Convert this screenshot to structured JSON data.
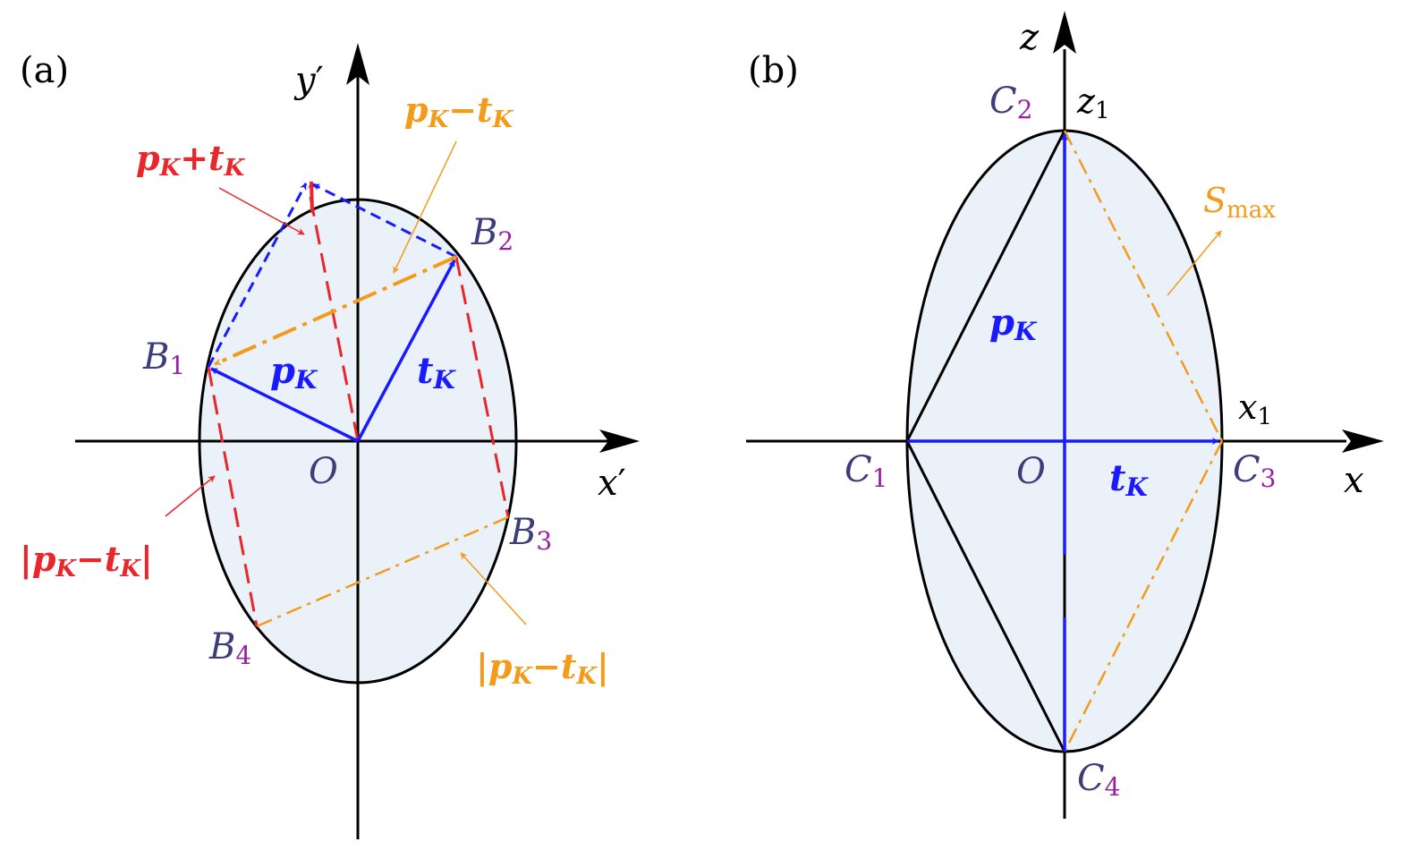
{
  "colors": {
    "axis": "#000000",
    "fill": "#eaf1f9",
    "blue": "#1a1aff",
    "red": "#e8262b",
    "orange": "#f39b1b",
    "label_main": "#3d3d7a",
    "label_sub": "#9b1fa5"
  },
  "panel_a": {
    "tag": "(a)",
    "axis_x": {
      "base": "x",
      "prime": "′"
    },
    "axis_y": {
      "base": "y",
      "prime": "′"
    },
    "origin": "O",
    "points": {
      "b1": {
        "base": "B",
        "sub": "1"
      },
      "b2": {
        "base": "B",
        "sub": "2"
      },
      "b3": {
        "base": "B",
        "sub": "3"
      },
      "b4": {
        "base": "B",
        "sub": "4"
      }
    },
    "vec_p": {
      "base": "p",
      "sub": "K"
    },
    "vec_t": {
      "base": "t",
      "sub": "K"
    },
    "sum": {
      "p": "p",
      "ps": "K",
      "op": "+",
      "t": "t",
      "ts": "K"
    },
    "diff": {
      "p": "p",
      "ps": "K",
      "op": "−",
      "t": "t",
      "ts": "K"
    },
    "abs_red": {
      "bar1": "|",
      "p": "p",
      "ps": "K",
      "op": "−",
      "t": "t",
      "ts": "K",
      "bar2": "|"
    },
    "abs_orange": {
      "bar1": "|",
      "p": "p",
      "ps": "K",
      "op": "−",
      "t": "t",
      "ts": "K",
      "bar2": "|"
    }
  },
  "panel_b": {
    "tag": "(b)",
    "axis_x": "x",
    "axis_z": "z",
    "origin": "O",
    "x1": {
      "base": "x",
      "sub": "1"
    },
    "z1": {
      "base": "z",
      "sub": "1"
    },
    "points": {
      "c1": {
        "base": "C",
        "sub": "1"
      },
      "c2": {
        "base": "C",
        "sub": "2"
      },
      "c3": {
        "base": "C",
        "sub": "3"
      },
      "c4": {
        "base": "C",
        "sub": "4"
      }
    },
    "vec_p": {
      "base": "p",
      "sub": "K"
    },
    "vec_t": {
      "base": "t",
      "sub": "K"
    },
    "smax": {
      "base": "S",
      "sub": "max"
    }
  }
}
